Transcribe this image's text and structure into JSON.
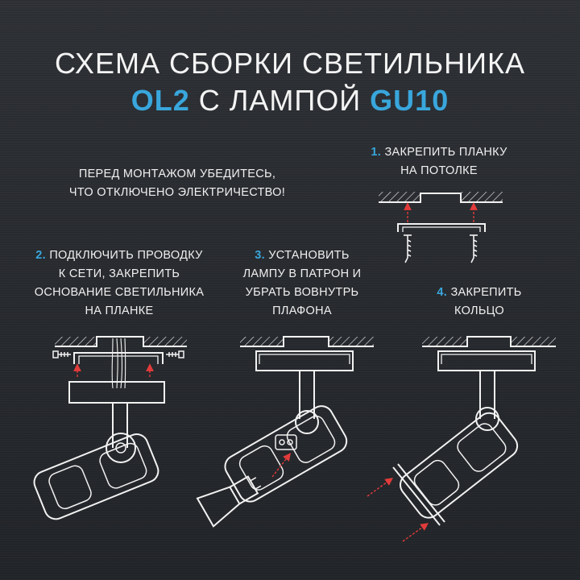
{
  "title": {
    "line1": "СХЕМА СБОРКИ СВЕТИЛЬНИКА",
    "line2_part1": "OL2",
    "line2_part2": " С ЛАМПОЙ ",
    "line2_part3": "GU10"
  },
  "warning": {
    "line1": "ПЕРЕД МОНТАЖОМ УБЕДИТЕСЬ,",
    "line2": "ЧТО ОТКЛЮЧЕНО ЭЛЕКТРИЧЕСТВО!"
  },
  "steps": [
    {
      "num": "1.",
      "lines": [
        "ЗАКРЕПИТЬ ПЛАНКУ",
        "НА ПОТОЛКЕ"
      ]
    },
    {
      "num": "2.",
      "lines": [
        "ПОДКЛЮЧИТЬ ПРОВОДКУ",
        "К СЕТИ, ЗАКРЕПИТЬ",
        "ОСНОВАНИЕ СВЕТИЛЬНИКА",
        "НА ПЛАНКЕ"
      ]
    },
    {
      "num": "3.",
      "lines": [
        "УСТАНОВИТЬ",
        "ЛАМПУ В ПАТРОН И",
        "УБРАТЬ ВОВНУТРЬ",
        "ПЛАФОНА"
      ]
    },
    {
      "num": "4.",
      "lines": [
        "ЗАКРЕПИТЬ",
        "КОЛЬЦО"
      ]
    }
  ],
  "colors": {
    "accent": "#39a6dc",
    "line": "#f2f2f2",
    "arrow": "#e23b3b"
  }
}
